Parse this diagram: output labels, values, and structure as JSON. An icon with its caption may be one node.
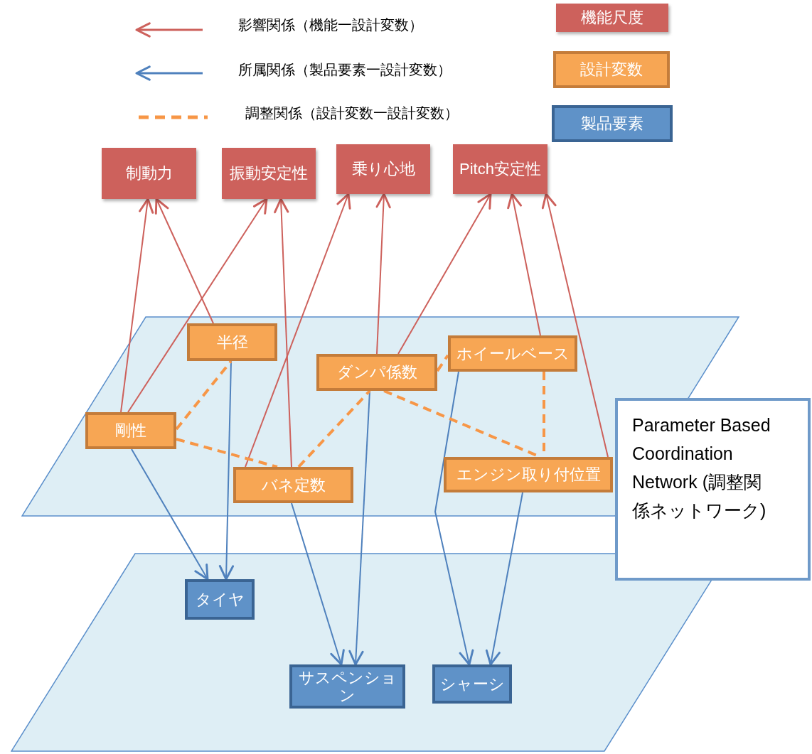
{
  "diagram": {
    "nodes": [
      {
        "text": [
          "機能尺度"
        ]
      },
      {
        "text": [
          "設計変数"
        ]
      },
      {
        "text": [
          "製品要素"
        ]
      },
      {
        "text": [
          "制動力"
        ]
      },
      {
        "text": [
          "振動安定性"
        ]
      },
      {
        "text": [
          "乗り心地"
        ]
      },
      {
        "text": [
          "Pitch安定性"
        ]
      },
      {
        "text": [],
        "shape": "parallelogram"
      },
      {
        "text": [
          "半径"
        ],
        "in": 7
      },
      {
        "text": [
          "ダンパ係数"
        ],
        "in": 7
      },
      {
        "text": [
          "ホイールベース"
        ],
        "in": 7
      },
      {
        "text": [
          "剛性"
        ],
        "in": 7
      },
      {
        "text": [
          "バネ定数"
        ],
        "in": 7
      },
      {
        "text": [
          "エンジン取り付位置"
        ],
        "in": 7
      },
      {
        "text": [],
        "shape": "parallelogram"
      },
      {
        "text": [
          "タイヤ"
        ],
        "in": 14
      },
      {
        "text": [
          "サスペンション"
        ],
        "in": 14
      },
      {
        "text": [
          "シャーシ"
        ],
        "in": 14
      },
      {
        "text": [
          "Parameter Based Coordination Network (調整関係ネットワーク)"
        ]
      }
    ],
    "edges": [
      {
        "from": 11,
        "to": 3,
        "arrow": "to"
      },
      {
        "from": 8,
        "to": 3,
        "arrow": "to"
      },
      {
        "from": 11,
        "to": 4,
        "arrow": "to"
      },
      {
        "from": 12,
        "to": 4,
        "arrow": "to"
      },
      {
        "from": 12,
        "to": 5,
        "arrow": "to"
      },
      {
        "from": 9,
        "to": 5,
        "arrow": "to"
      },
      {
        "from": 9,
        "to": 6,
        "arrow": "to"
      },
      {
        "from": 10,
        "to": 6,
        "arrow": "to"
      },
      {
        "from": 13,
        "to": 6,
        "arrow": "to"
      },
      {
        "from": 11,
        "to": 15,
        "arrow": "to",
        "color": "#4f81bd"
      },
      {
        "from": 8,
        "to": 15,
        "arrow": "to",
        "color": "#4f81bd"
      },
      {
        "from": 12,
        "to": 16,
        "arrow": "to",
        "color": "#4f81bd"
      },
      {
        "from": 9,
        "to": 16,
        "arrow": "to",
        "color": "#4f81bd"
      },
      {
        "from": 10,
        "to": 17,
        "arrow": "to",
        "color": "#4f81bd"
      },
      {
        "from": 13,
        "to": 17,
        "arrow": "to",
        "color": "#4f81bd"
      },
      {
        "from": 11,
        "to": 8,
        "arrow": "none",
        "style": "dashed",
        "color": "#f79646"
      },
      {
        "from": 11,
        "to": 12,
        "arrow": "none",
        "style": "dashed",
        "color": "#f79646"
      },
      {
        "from": 12,
        "to": 9,
        "arrow": "none",
        "style": "dashed",
        "color": "#f79646"
      },
      {
        "from": 9,
        "to": 10,
        "arrow": "none",
        "style": "dashed",
        "color": "#f79646"
      },
      {
        "from": 9,
        "to": 13,
        "arrow": "none",
        "style": "dashed",
        "color": "#f79646"
      },
      {
        "from": 10,
        "to": 13,
        "arrow": "none",
        "style": "dashed",
        "color": "#f79646"
      }
    ],
    "legend": [
      {
        "text": "影響関係（機能一設計変数）"
      },
      {
        "text": "所属関係（製品要素一設計変数）"
      },
      {
        "text": "調整関係（設計変数一設計変数）"
      }
    ]
  }
}
